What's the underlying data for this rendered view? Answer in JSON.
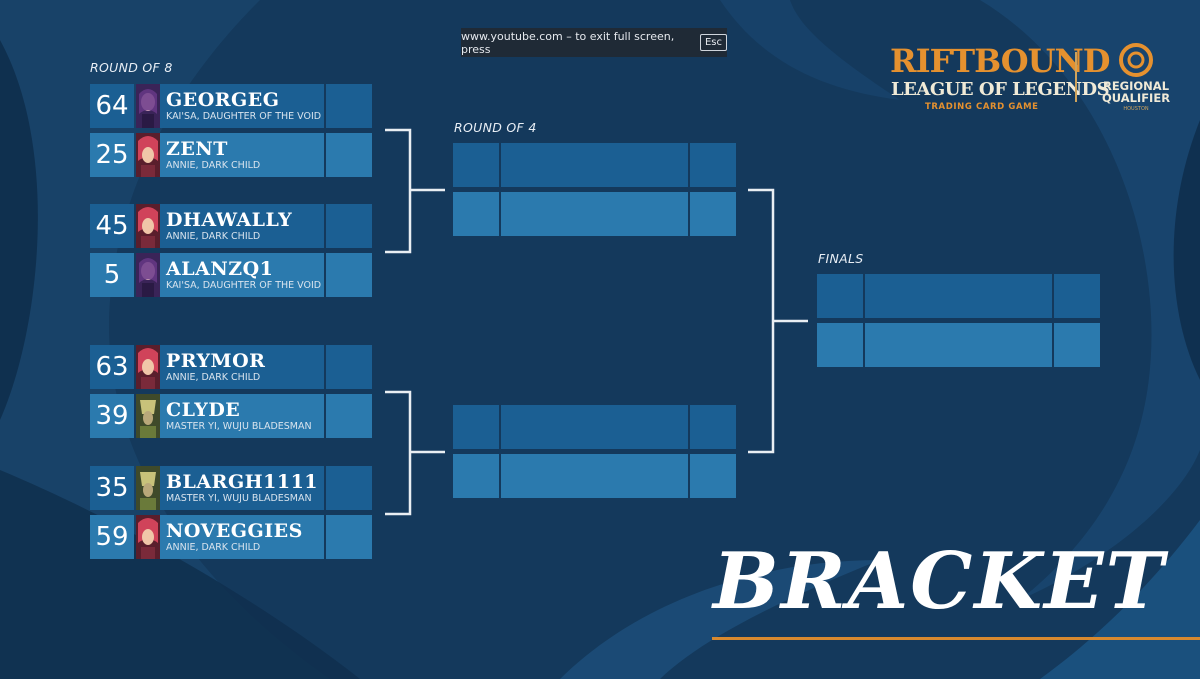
{
  "browser": {
    "fullscreen_notice": "www.youtube.com – to exit full screen, press",
    "esc_key": "Esc"
  },
  "logo": {
    "riftbound": "RIFTBOUND",
    "league": "LEAGUE OF LEGENDS",
    "subtitle": "TRADING CARD GAME",
    "regional": "REGIONAL QUALIFIER",
    "location": "HOUSTON"
  },
  "title": "BRACKET",
  "rounds": {
    "r8_label": "ROUND OF 8",
    "r4_label": "ROUND OF 4",
    "finals_label": "FINALS"
  },
  "round_of_8": [
    {
      "seed": "64",
      "name": "GEORGEG",
      "deck": "KAI'SA, DAUGHTER OF THE VOID",
      "portrait": "kaisa-portrait-icon"
    },
    {
      "seed": "25",
      "name": "ZENT",
      "deck": "ANNIE, DARK CHILD",
      "portrait": "annie-portrait-icon"
    },
    {
      "seed": "45",
      "name": "DHAWALLY",
      "deck": "ANNIE, DARK CHILD",
      "portrait": "annie-portrait-icon"
    },
    {
      "seed": "5",
      "name": "ALANZQ1",
      "deck": "KAI'SA, DAUGHTER OF THE VOID",
      "portrait": "kaisa-portrait-icon"
    },
    {
      "seed": "63",
      "name": "PRYMOR",
      "deck": "ANNIE, DARK CHILD",
      "portrait": "annie-portrait-icon"
    },
    {
      "seed": "39",
      "name": "CLYDE",
      "deck": "MASTER YI, WUJU BLADESMAN",
      "portrait": "masteryi-portrait-icon"
    },
    {
      "seed": "35",
      "name": "BLARGH1111",
      "deck": "MASTER YI, WUJU BLADESMAN",
      "portrait": "masteryi-portrait-icon"
    },
    {
      "seed": "59",
      "name": "NOVEGGIES",
      "deck": "ANNIE, DARK CHILD",
      "portrait": "annie-portrait-icon"
    }
  ],
  "colors": {
    "slot_dark": "#1b5f93",
    "slot_light": "#2b7aae",
    "accent": "#e5912f",
    "background": "#14395c"
  }
}
